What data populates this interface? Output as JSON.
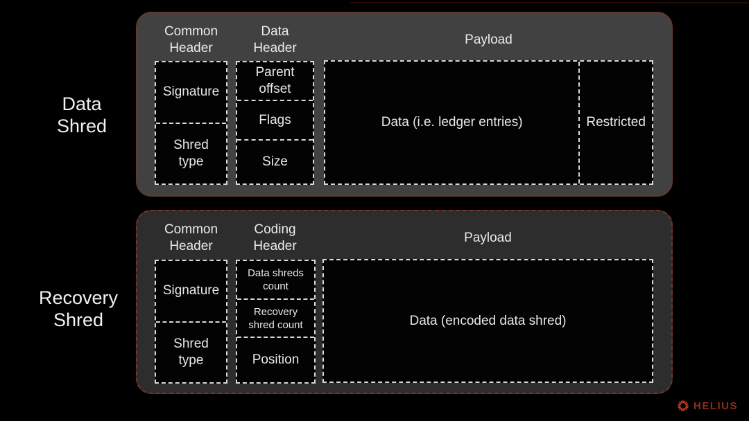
{
  "labels": {
    "data_shred": "Data\nShred",
    "recovery_shred": "Recovery\nShred"
  },
  "data_shred": {
    "headers": [
      "Common\nHeader",
      "Data\nHeader",
      "Payload"
    ],
    "common_header_cells": [
      "Signature",
      "Shred\ntype"
    ],
    "data_header_cells": [
      "Parent\noffset",
      "Flags",
      "Size"
    ],
    "payload_cells": [
      "Data (i.e. ledger entries)",
      "Restricted"
    ]
  },
  "recovery_shred": {
    "headers": [
      "Common\nHeader",
      "Coding\nHeader",
      "Payload"
    ],
    "common_header_cells": [
      "Signature",
      "Shred\ntype"
    ],
    "coding_header_cells": [
      "Data shreds\ncount",
      "Recovery\nshred count",
      "Position"
    ],
    "payload_cells": [
      "Data (encoded data shred)"
    ]
  },
  "logo": {
    "brand": "HELIUS"
  },
  "colors": {
    "background": "#000000",
    "panel_top_fill": "#414141",
    "panel_top_border": "#5d3b2e",
    "panel_bottom_fill": "#2d2d2d",
    "panel_bottom_border": "#7a3422",
    "cell_fill": "#030303",
    "cell_border": "#d8d8d8",
    "text": "#e9e9e9",
    "logo_icon": "#e2471e",
    "logo_text": "#8f2c18"
  }
}
